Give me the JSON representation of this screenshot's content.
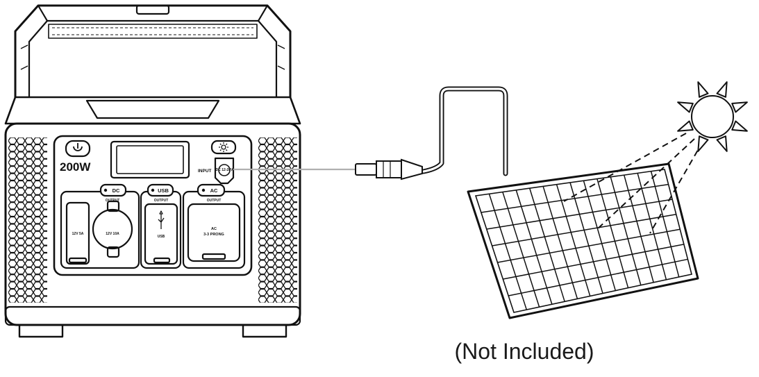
{
  "station": {
    "model_label": "200W",
    "input_label": "INPUT",
    "input_port_text": "DC 12-28V",
    "dc": {
      "tag": "DC",
      "output_label": "OUTPUT",
      "left_port_label": "12V 5A",
      "right_port_label": "12V 10A"
    },
    "usb": {
      "tag": "USB",
      "output_label": "OUTPUT",
      "port_label": "USB"
    },
    "ac": {
      "tag": "AC",
      "output_label": "OUTPUT",
      "port_label_1": "AC",
      "port_label_2": "3-3 PRONG"
    }
  },
  "caption": "(Not Included)",
  "icons": [
    "power-icon",
    "sun-icon",
    "usb-icon"
  ],
  "colors": {
    "line": "#111111",
    "cable": "#b0b0b0",
    "background": "#ffffff"
  }
}
